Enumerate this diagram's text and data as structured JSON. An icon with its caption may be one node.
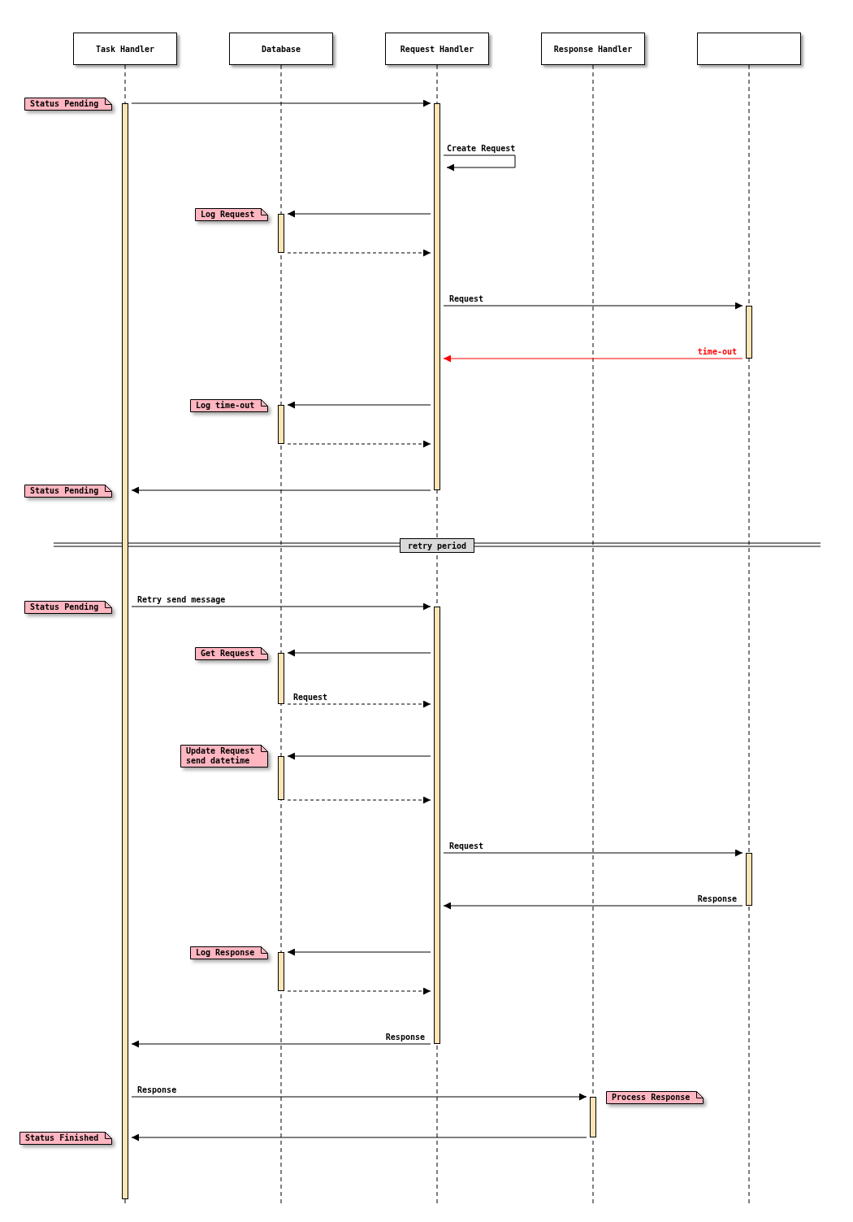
{
  "diagram": {
    "nodes": [
      {
        "text": [
          "Task Handler"
        ]
      },
      {
        "text": [
          "Database"
        ]
      },
      {
        "text": [
          "Request Handler"
        ]
      },
      {
        "text": [
          "Response Handler"
        ]
      },
      {
        "text": [],
        "shape": "box"
      },
      {
        "text": [
          "Status Pending"
        ]
      },
      {
        "text": [],
        "shape": "bar"
      },
      {
        "text": [],
        "shape": "bar"
      },
      {
        "text": [
          "Log Request"
        ]
      },
      {
        "text": [],
        "shape": "bar"
      },
      {
        "text": [],
        "shape": "bar"
      },
      {
        "text": [
          "Log time-out"
        ]
      },
      {
        "text": [],
        "shape": "bar"
      },
      {
        "text": [
          "Status Pending"
        ]
      },
      {
        "text": [
          "retry period"
        ]
      },
      {
        "text": [
          "Status Pending"
        ]
      },
      {
        "text": [],
        "shape": "bar"
      },
      {
        "text": [
          "Get Request"
        ]
      },
      {
        "text": [],
        "shape": "bar"
      },
      {
        "text": [
          "Update Request send datetime"
        ]
      },
      {
        "text": [],
        "shape": "bar"
      },
      {
        "text": [],
        "shape": "bar"
      },
      {
        "text": [
          "Log Response"
        ]
      },
      {
        "text": [],
        "shape": "bar"
      },
      {
        "text": [
          "Process Response"
        ]
      },
      {
        "text": [],
        "shape": "bar"
      },
      {
        "text": [
          "Status Finished"
        ]
      }
    ],
    "edges": [
      {
        "from": 6,
        "to": 7,
        "arrow": "to"
      },
      {
        "from": 7,
        "to": 7,
        "arrow": "to",
        "label": "Create Request"
      },
      {
        "from": 7,
        "to": 9,
        "arrow": "to"
      },
      {
        "from": 9,
        "to": 7,
        "arrow": "to",
        "style": "dashed"
      },
      {
        "from": 7,
        "to": 10,
        "arrow": "to",
        "label": "Request"
      },
      {
        "from": 10,
        "to": 7,
        "arrow": "to",
        "label": "time-out",
        "color": "#ff0000"
      },
      {
        "from": 7,
        "to": 12,
        "arrow": "to"
      },
      {
        "from": 12,
        "to": 7,
        "arrow": "to",
        "style": "dashed"
      },
      {
        "from": 7,
        "to": 6,
        "arrow": "to"
      },
      {
        "from": 6,
        "to": 16,
        "arrow": "to",
        "label": "Retry send message"
      },
      {
        "from": 16,
        "to": 18,
        "arrow": "to"
      },
      {
        "from": 18,
        "to": 16,
        "arrow": "to",
        "style": "dashed",
        "label": "Request"
      },
      {
        "from": 16,
        "to": 20,
        "arrow": "to"
      },
      {
        "from": 20,
        "to": 16,
        "arrow": "to",
        "style": "dashed"
      },
      {
        "from": 16,
        "to": 21,
        "arrow": "to",
        "label": "Request"
      },
      {
        "from": 21,
        "to": 16,
        "arrow": "to",
        "label": "Response"
      },
      {
        "from": 16,
        "to": 23,
        "arrow": "to"
      },
      {
        "from": 23,
        "to": 16,
        "arrow": "to",
        "style": "dashed"
      },
      {
        "from": 16,
        "to": 6,
        "arrow": "to",
        "label": "Response"
      },
      {
        "from": 6,
        "to": 25,
        "arrow": "to",
        "label": "Response"
      },
      {
        "from": 25,
        "to": 6,
        "arrow": "to"
      }
    ]
  }
}
